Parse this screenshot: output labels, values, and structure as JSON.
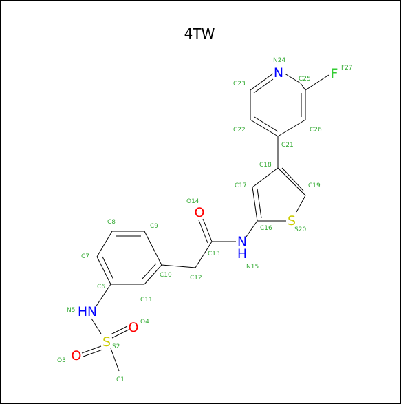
{
  "title": "4TW",
  "colors": {
    "bond": "#000000",
    "label": "#33aa33",
    "N": "#0000ff",
    "O": "#ff0000",
    "S": "#cccc00",
    "F": "#33cc33"
  },
  "atom_labels": {
    "C1": "C1",
    "S2": "S2",
    "O3": "O3",
    "O4": "O4",
    "N5": "N5",
    "C6": "C6",
    "C7": "C7",
    "C8": "C8",
    "C9": "C9",
    "C10": "C10",
    "C11": "C11",
    "C12": "C12",
    "C13": "C13",
    "O14": "O14",
    "N15": "N15",
    "C16": "C16",
    "C17": "C17",
    "C18": "C18",
    "C19": "C19",
    "S20": "S20",
    "C21": "C21",
    "C22": "C22",
    "C23": "C23",
    "N24": "N24",
    "C25": "C25",
    "C26": "C26",
    "F27": "F27"
  },
  "element_symbols": {
    "N24": "N",
    "F27": "F",
    "S20": "S",
    "O14": "O",
    "N15": "N",
    "H15": "H",
    "N5": "N",
    "H5": "H",
    "S2": "S",
    "O3": "O",
    "O4": "O"
  }
}
